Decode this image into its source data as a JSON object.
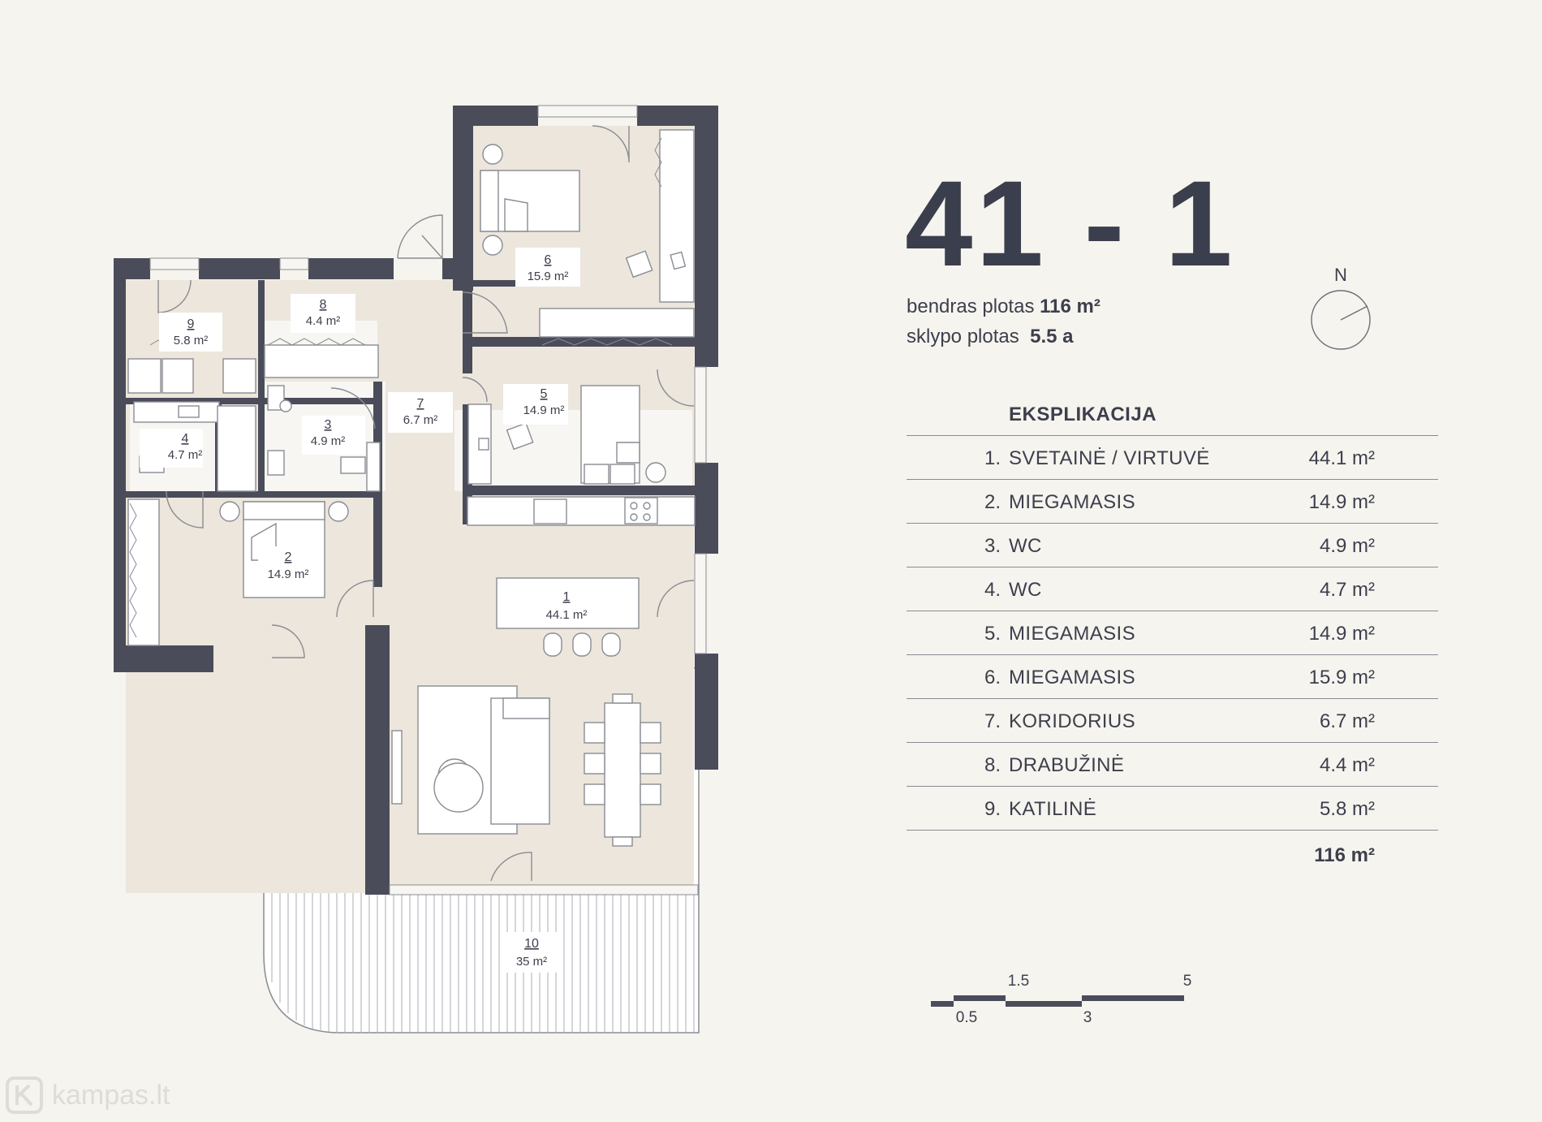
{
  "unit": {
    "title": "41 - 1",
    "total_label": "bendras plotas",
    "total_value": "116 m²",
    "plot_label": "sklypo plotas",
    "plot_value": "5.5 a",
    "compass_label": "N"
  },
  "explication": {
    "title": "EKSPLIKACIJA",
    "rows": [
      {
        "n": "1.",
        "name": "SVETAINĖ / VIRTUVĖ",
        "area": "44.1 m²"
      },
      {
        "n": "2.",
        "name": "MIEGAMASIS",
        "area": "14.9 m²"
      },
      {
        "n": "3.",
        "name": "WC",
        "area": "4.9 m²"
      },
      {
        "n": "4.",
        "name": "WC",
        "area": "4.7 m²"
      },
      {
        "n": "5.",
        "name": "MIEGAMASIS",
        "area": "14.9 m²"
      },
      {
        "n": "6.",
        "name": "MIEGAMASIS",
        "area": "15.9 m²"
      },
      {
        "n": "7.",
        "name": "KORIDORIUS",
        "area": "6.7 m²"
      },
      {
        "n": "8.",
        "name": "DRABUŽINĖ",
        "area": "4.4 m²"
      },
      {
        "n": "9.",
        "name": "KATILINĖ",
        "area": "5.8 m²"
      }
    ],
    "total": "116 m²"
  },
  "rooms": [
    {
      "n": "1",
      "area": "44.1 m²"
    },
    {
      "n": "2",
      "area": "14.9 m²"
    },
    {
      "n": "3",
      "area": "4.9 m²"
    },
    {
      "n": "4",
      "area": "4.7 m²"
    },
    {
      "n": "5",
      "area": "14.9 m²"
    },
    {
      "n": "6",
      "area": "15.9 m²"
    },
    {
      "n": "7",
      "area": "6.7 m²"
    },
    {
      "n": "8",
      "area": "4.4 m²"
    },
    {
      "n": "9",
      "area": "5.8 m²"
    },
    {
      "n": "10",
      "area": "35 m²"
    }
  ],
  "scale_bar": {
    "labels": [
      "1.5",
      "5",
      "0.5",
      "3"
    ]
  },
  "watermark": {
    "text": "kampas.lt"
  },
  "colors": {
    "wall": "#4a4c5a",
    "floor": "#ece6dc",
    "background": "#f6f4ef",
    "text": "#3d3f4c"
  }
}
